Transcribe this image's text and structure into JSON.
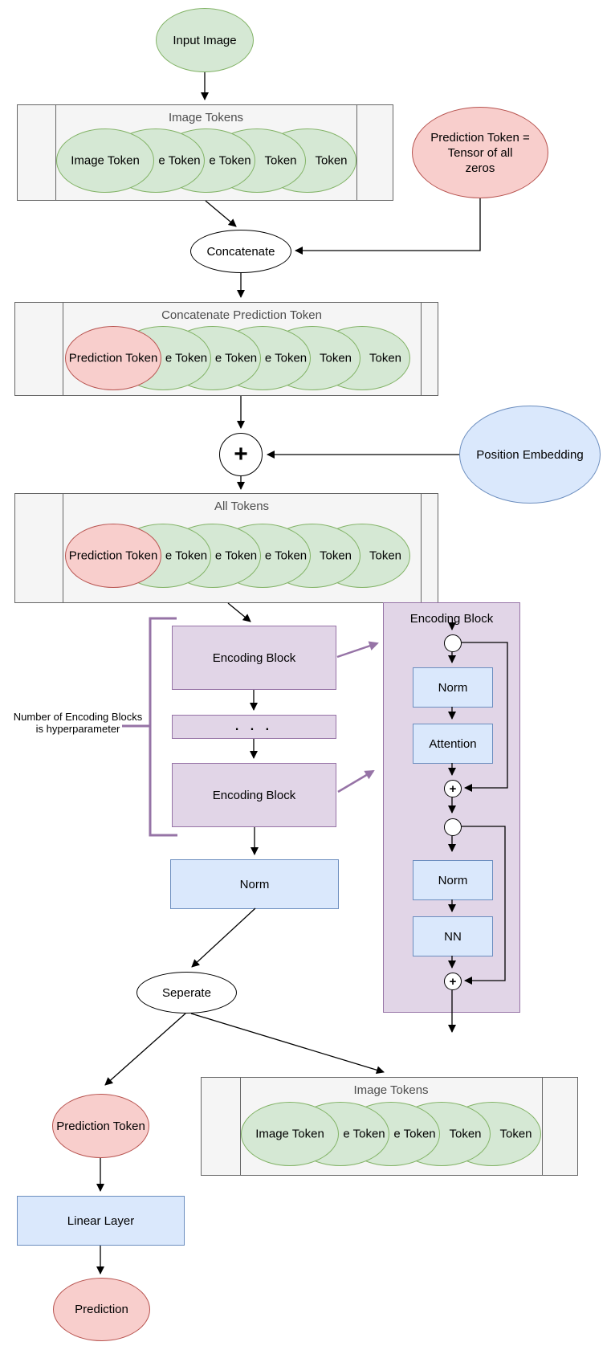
{
  "colors": {
    "green_fill": "#d5e8d4",
    "green_stroke": "#82b366",
    "pink_fill": "#f8cecc",
    "pink_stroke": "#b85450",
    "blue_fill": "#dae8fc",
    "blue_stroke": "#6c8ebf",
    "purple_fill": "#e1d5e7",
    "purple_stroke": "#9673a6",
    "container_fill": "#f5f5f5",
    "container_stroke": "#666666",
    "arrow_color": "#000000"
  },
  "nodes": {
    "input_image": "Input Image",
    "prediction_token_init": [
      "Prediction Token =",
      "Tensor of all",
      "zeros"
    ],
    "concatenate": "Concatenate",
    "plus_sign": "+",
    "position_embedding": "Position Embedding",
    "encoding_block_1": "Encoding Block",
    "ellipsis": ". . .",
    "encoding_block_2": "Encoding Block",
    "bracket_note": [
      "Number of Encoding Blocks",
      "is hyperparameter"
    ],
    "norm": "Norm",
    "seperate": "Seperate",
    "prediction_token": "Prediction Token",
    "linear_layer": "Linear Layer",
    "prediction": "Prediction"
  },
  "panel": {
    "title": "Encoding Block",
    "norm1": "Norm",
    "attention": "Attention",
    "plus1": "+",
    "norm2": "Norm",
    "nn": "NN",
    "plus2": "+"
  },
  "containers": [
    {
      "title": "Image Tokens",
      "tokens": [
        {
          "label": "Image Token",
          "type": "green"
        },
        {
          "label": "e Token",
          "type": "green"
        },
        {
          "label": "e Token",
          "type": "green"
        },
        {
          "label": "Token",
          "type": "green"
        },
        {
          "label": "Token",
          "type": "green"
        }
      ]
    },
    {
      "title": "Concatenate Prediction Token",
      "tokens": [
        {
          "label": "Prediction Token",
          "type": "pink"
        },
        {
          "label": "e Token",
          "type": "green"
        },
        {
          "label": "e Token",
          "type": "green"
        },
        {
          "label": "e Token",
          "type": "green"
        },
        {
          "label": "Token",
          "type": "green"
        },
        {
          "label": "Token",
          "type": "green"
        }
      ]
    },
    {
      "title": "All Tokens",
      "tokens": [
        {
          "label": "Prediction Token",
          "type": "pink"
        },
        {
          "label": "e Token",
          "type": "green"
        },
        {
          "label": "e Token",
          "type": "green"
        },
        {
          "label": "e Token",
          "type": "green"
        },
        {
          "label": "Token",
          "type": "green"
        },
        {
          "label": "Token",
          "type": "green"
        }
      ]
    },
    {
      "title": "Image Tokens",
      "tokens": [
        {
          "label": "Image Token",
          "type": "green"
        },
        {
          "label": "e Token",
          "type": "green"
        },
        {
          "label": "e Token",
          "type": "green"
        },
        {
          "label": "Token",
          "type": "green"
        },
        {
          "label": "Token",
          "type": "green"
        }
      ]
    }
  ]
}
